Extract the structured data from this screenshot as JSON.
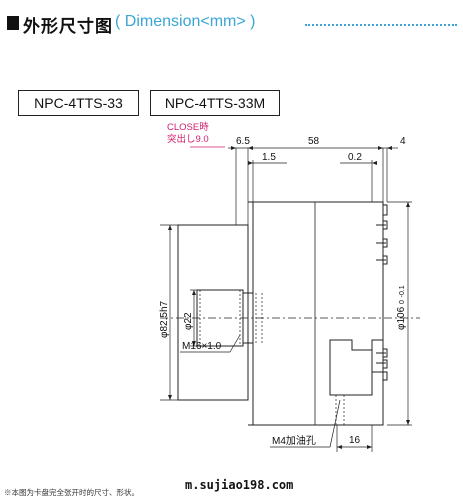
{
  "header": {
    "title": "外形尺寸图",
    "subtitle": "( Dimension<mm> )"
  },
  "models": [
    "NPC-4TTS-33",
    "NPC-4TTS-33M"
  ],
  "note": {
    "line1": "CLOSE時",
    "line2": "突出し9.0"
  },
  "dimensions": {
    "d65": "6.5",
    "d58": "58",
    "d4": "4",
    "d15": "1.5",
    "d02": "0.2",
    "d16": "16",
    "dia825": "φ82.5h7",
    "dia22": "φ22",
    "dia106": "φ106",
    "dia106_tol_upper": "0",
    "dia106_tol_lower": "-0.1",
    "thread": "M16×1.0",
    "oil_hole": "M4加油孔"
  },
  "footer": {
    "note": "※本图为卡盘完全张开时的尺寸、形状。"
  },
  "watermark": "m.sujiao198.com",
  "colors": {
    "accent": "#3aa5d6",
    "note": "#d02070",
    "line": "#222222"
  }
}
